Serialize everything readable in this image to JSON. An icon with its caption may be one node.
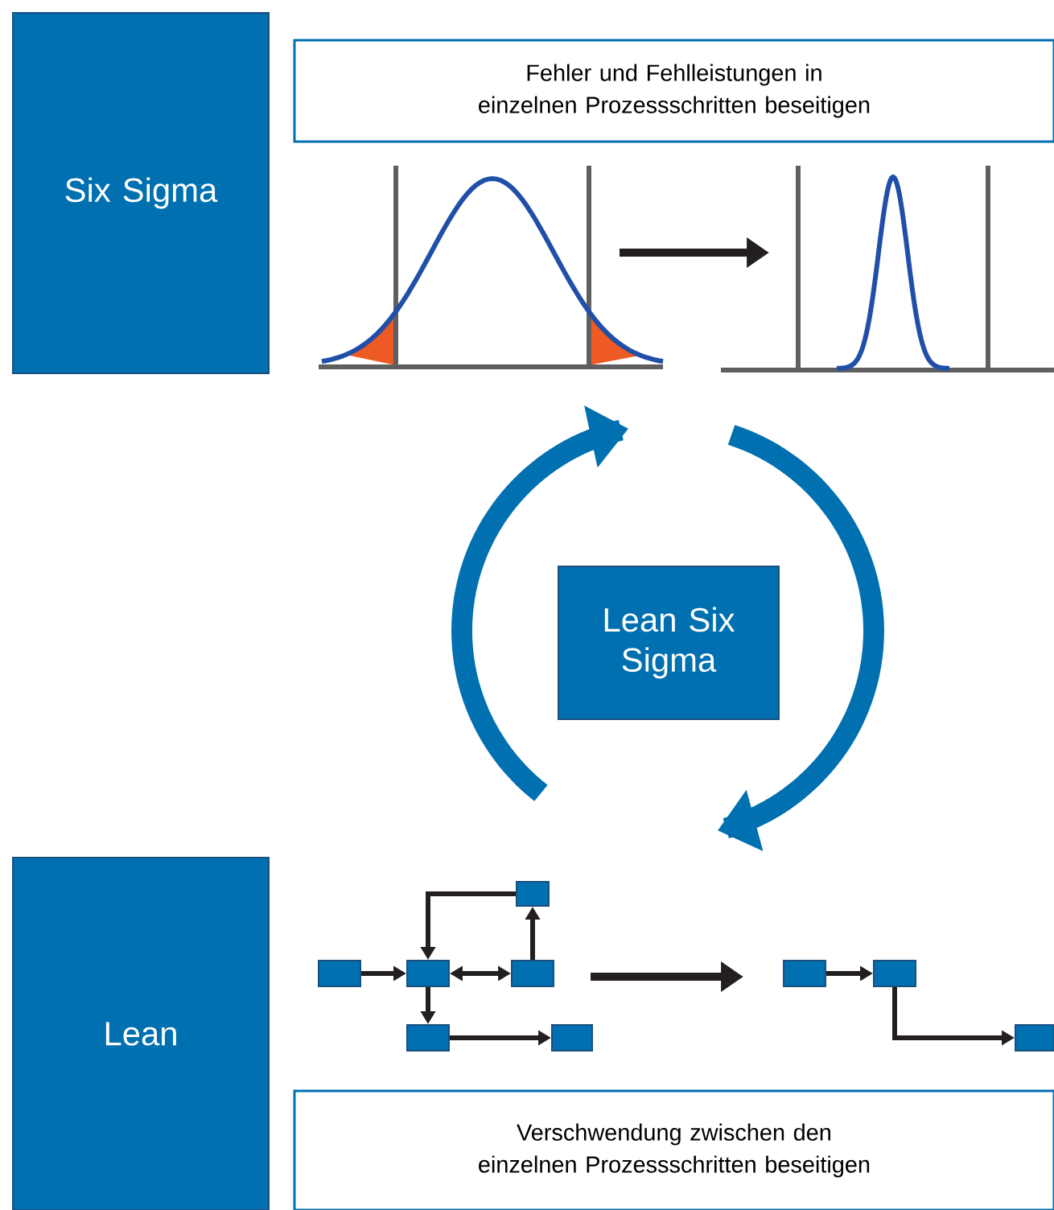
{
  "diagram": {
    "nodes": [
      {
        "text": [
          "Six Sigma"
        ]
      },
      {
        "text": [
          "Fehler und Fehlleistungen in einzelnen Prozessschritten beseitigen"
        ]
      },
      {
        "text": [
          "Lean Six Sigma"
        ]
      },
      {
        "text": [
          "Lean"
        ]
      },
      {
        "text": [
          "Verschwendung zwischen den einzelnen Prozessschritten beseitigen"
        ]
      },
      {
        "text": [],
        "shape": "box"
      },
      {
        "text": [],
        "shape": "box"
      },
      {
        "text": [],
        "shape": "box"
      },
      {
        "text": [],
        "shape": "box"
      },
      {
        "text": [],
        "shape": "box"
      },
      {
        "text": [],
        "shape": "box"
      },
      {
        "text": [],
        "shape": "box"
      },
      {
        "text": [],
        "shape": "box"
      },
      {
        "text": [],
        "shape": "box"
      }
    ],
    "edges": [
      {
        "from": 6,
        "to": 7,
        "arrow": "to"
      },
      {
        "from": 7,
        "to": 8,
        "arrow": "both"
      },
      {
        "from": 8,
        "to": 5,
        "arrow": "to"
      },
      {
        "from": 5,
        "to": 7,
        "arrow": "to"
      },
      {
        "from": 7,
        "to": 9,
        "arrow": "to"
      },
      {
        "from": 9,
        "to": 10,
        "arrow": "to"
      },
      {
        "from": 11,
        "to": 12,
        "arrow": "to"
      },
      {
        "from": 12,
        "to": 13,
        "arrow": "to"
      }
    ]
  }
}
